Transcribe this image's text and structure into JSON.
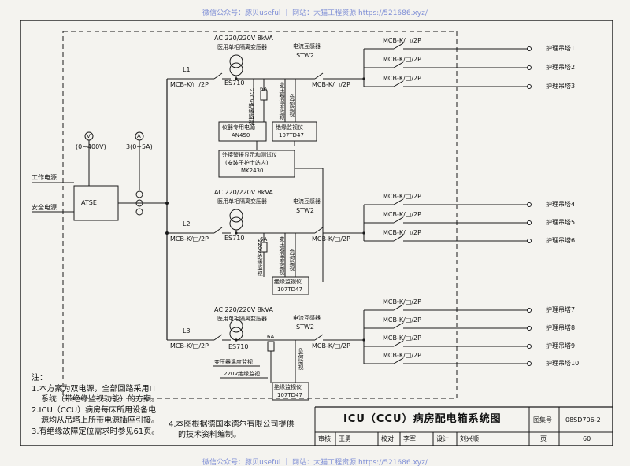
{
  "watermark": "微信公众号：豚贝useful ｜ 网站：大猫工程资源 https://521686.xyz/",
  "feeders": {
    "work_power": "工作电源",
    "safety_power": "安全电源",
    "atse": "ATSE",
    "voltmeter_symbol": "V",
    "ammeter_symbol": "A",
    "voltmeter_range": "(0~400V)",
    "ammeter_range": "3(0~5A)"
  },
  "branches": [
    {
      "line": "L1",
      "breaker": "MCB-K/□/2P",
      "transformer": "AC 220/220V 8kVA",
      "transformer_type": "医用单相隔离变压器",
      "insulation_monitor": "ES710",
      "fuse": "6A",
      "ct_label": "电流互感器",
      "ct": "STW2",
      "out_breaker": "MCB-K/□/2P"
    },
    {
      "line": "L2",
      "breaker": "MCB-K/□/2P",
      "transformer": "AC 220/220V 8kVA",
      "transformer_type": "医用单相隔离变压器",
      "insulation_monitor": "ES710",
      "fuse": "6A",
      "ct_label": "电流互感器",
      "ct": "STW2",
      "out_breaker": "MCB-K/□/2P"
    },
    {
      "line": "L3",
      "breaker": "MCB-K/□/2P",
      "transformer": "AC 220/220V 8kVA",
      "transformer_type": "医用单相隔离变压器",
      "insulation_monitor": "ES710",
      "fuse": "6A",
      "ct_label": "电流互感器",
      "ct": "STW2",
      "out_breaker": "MCB-K/□/2P"
    }
  ],
  "vertical_labels": {
    "insulation_220": "220V绝缘监视",
    "transformer_temp": "变压器温度监视",
    "load_monitor": "负荷监视"
  },
  "devices": {
    "instrument_power": "仪器专用电源",
    "an450": "AN450",
    "insulation_monitor_device": "绝缘监视仪",
    "td": "107TD47",
    "alarm_line1": "外接警报显示和测试仪",
    "alarm_line2": "(安装于护士站内)",
    "mk": "MK2430",
    "transformer_temp_h": "变压器温度监视",
    "insulation_220_h": "220V绝缘监视"
  },
  "outputs": [
    {
      "breaker": "MCB-K/□/2P",
      "label": "护理吊塔1"
    },
    {
      "breaker": "MCB-K/□/2P",
      "label": "护理吊塔2"
    },
    {
      "breaker": "MCB-K/□/2P",
      "label": "护理吊塔3"
    },
    {
      "breaker": "MCB-K/□/2P",
      "label": "护理吊塔4"
    },
    {
      "breaker": "MCB-K/□/2P",
      "label": "护理吊塔5"
    },
    {
      "breaker": "MCB-K/□/2P",
      "label": "护理吊塔6"
    },
    {
      "breaker": "MCB-K/□/2P",
      "label": "护理吊塔7"
    },
    {
      "breaker": "MCB-K/□/2P",
      "label": "护理吊塔8"
    },
    {
      "breaker": "MCB-K/□/2P",
      "label": "护理吊塔9"
    },
    {
      "breaker": "MCB-K/□/2P",
      "label": "护理吊塔10"
    }
  ],
  "notes": {
    "heading": "注：",
    "n1a": "1.本方案为双电源，全部回路采用IT",
    "n1b": "系统（带绝缘监视功能）的方案。",
    "n2a": "2.ICU（CCU）病房每床所用设备电",
    "n2b": "源均从吊塔上所带电源插座引接。",
    "n3": "3.有绝缘故障定位需求时参见61页。",
    "n4a": "4.本图根据德国本德尔有限公司提供",
    "n4b": "的技术资料编制。"
  },
  "title_block": {
    "title": "ICU（CCU）病房配电箱系统图",
    "atlas_label": "图集号",
    "atlas_no": "08SD706-2",
    "review_label": "审核",
    "reviewer": "王勇",
    "check_label": "校对",
    "checker": "李军",
    "design_label": "设计",
    "designer": "刘兴顺",
    "page_label": "页",
    "page_no": "60"
  }
}
